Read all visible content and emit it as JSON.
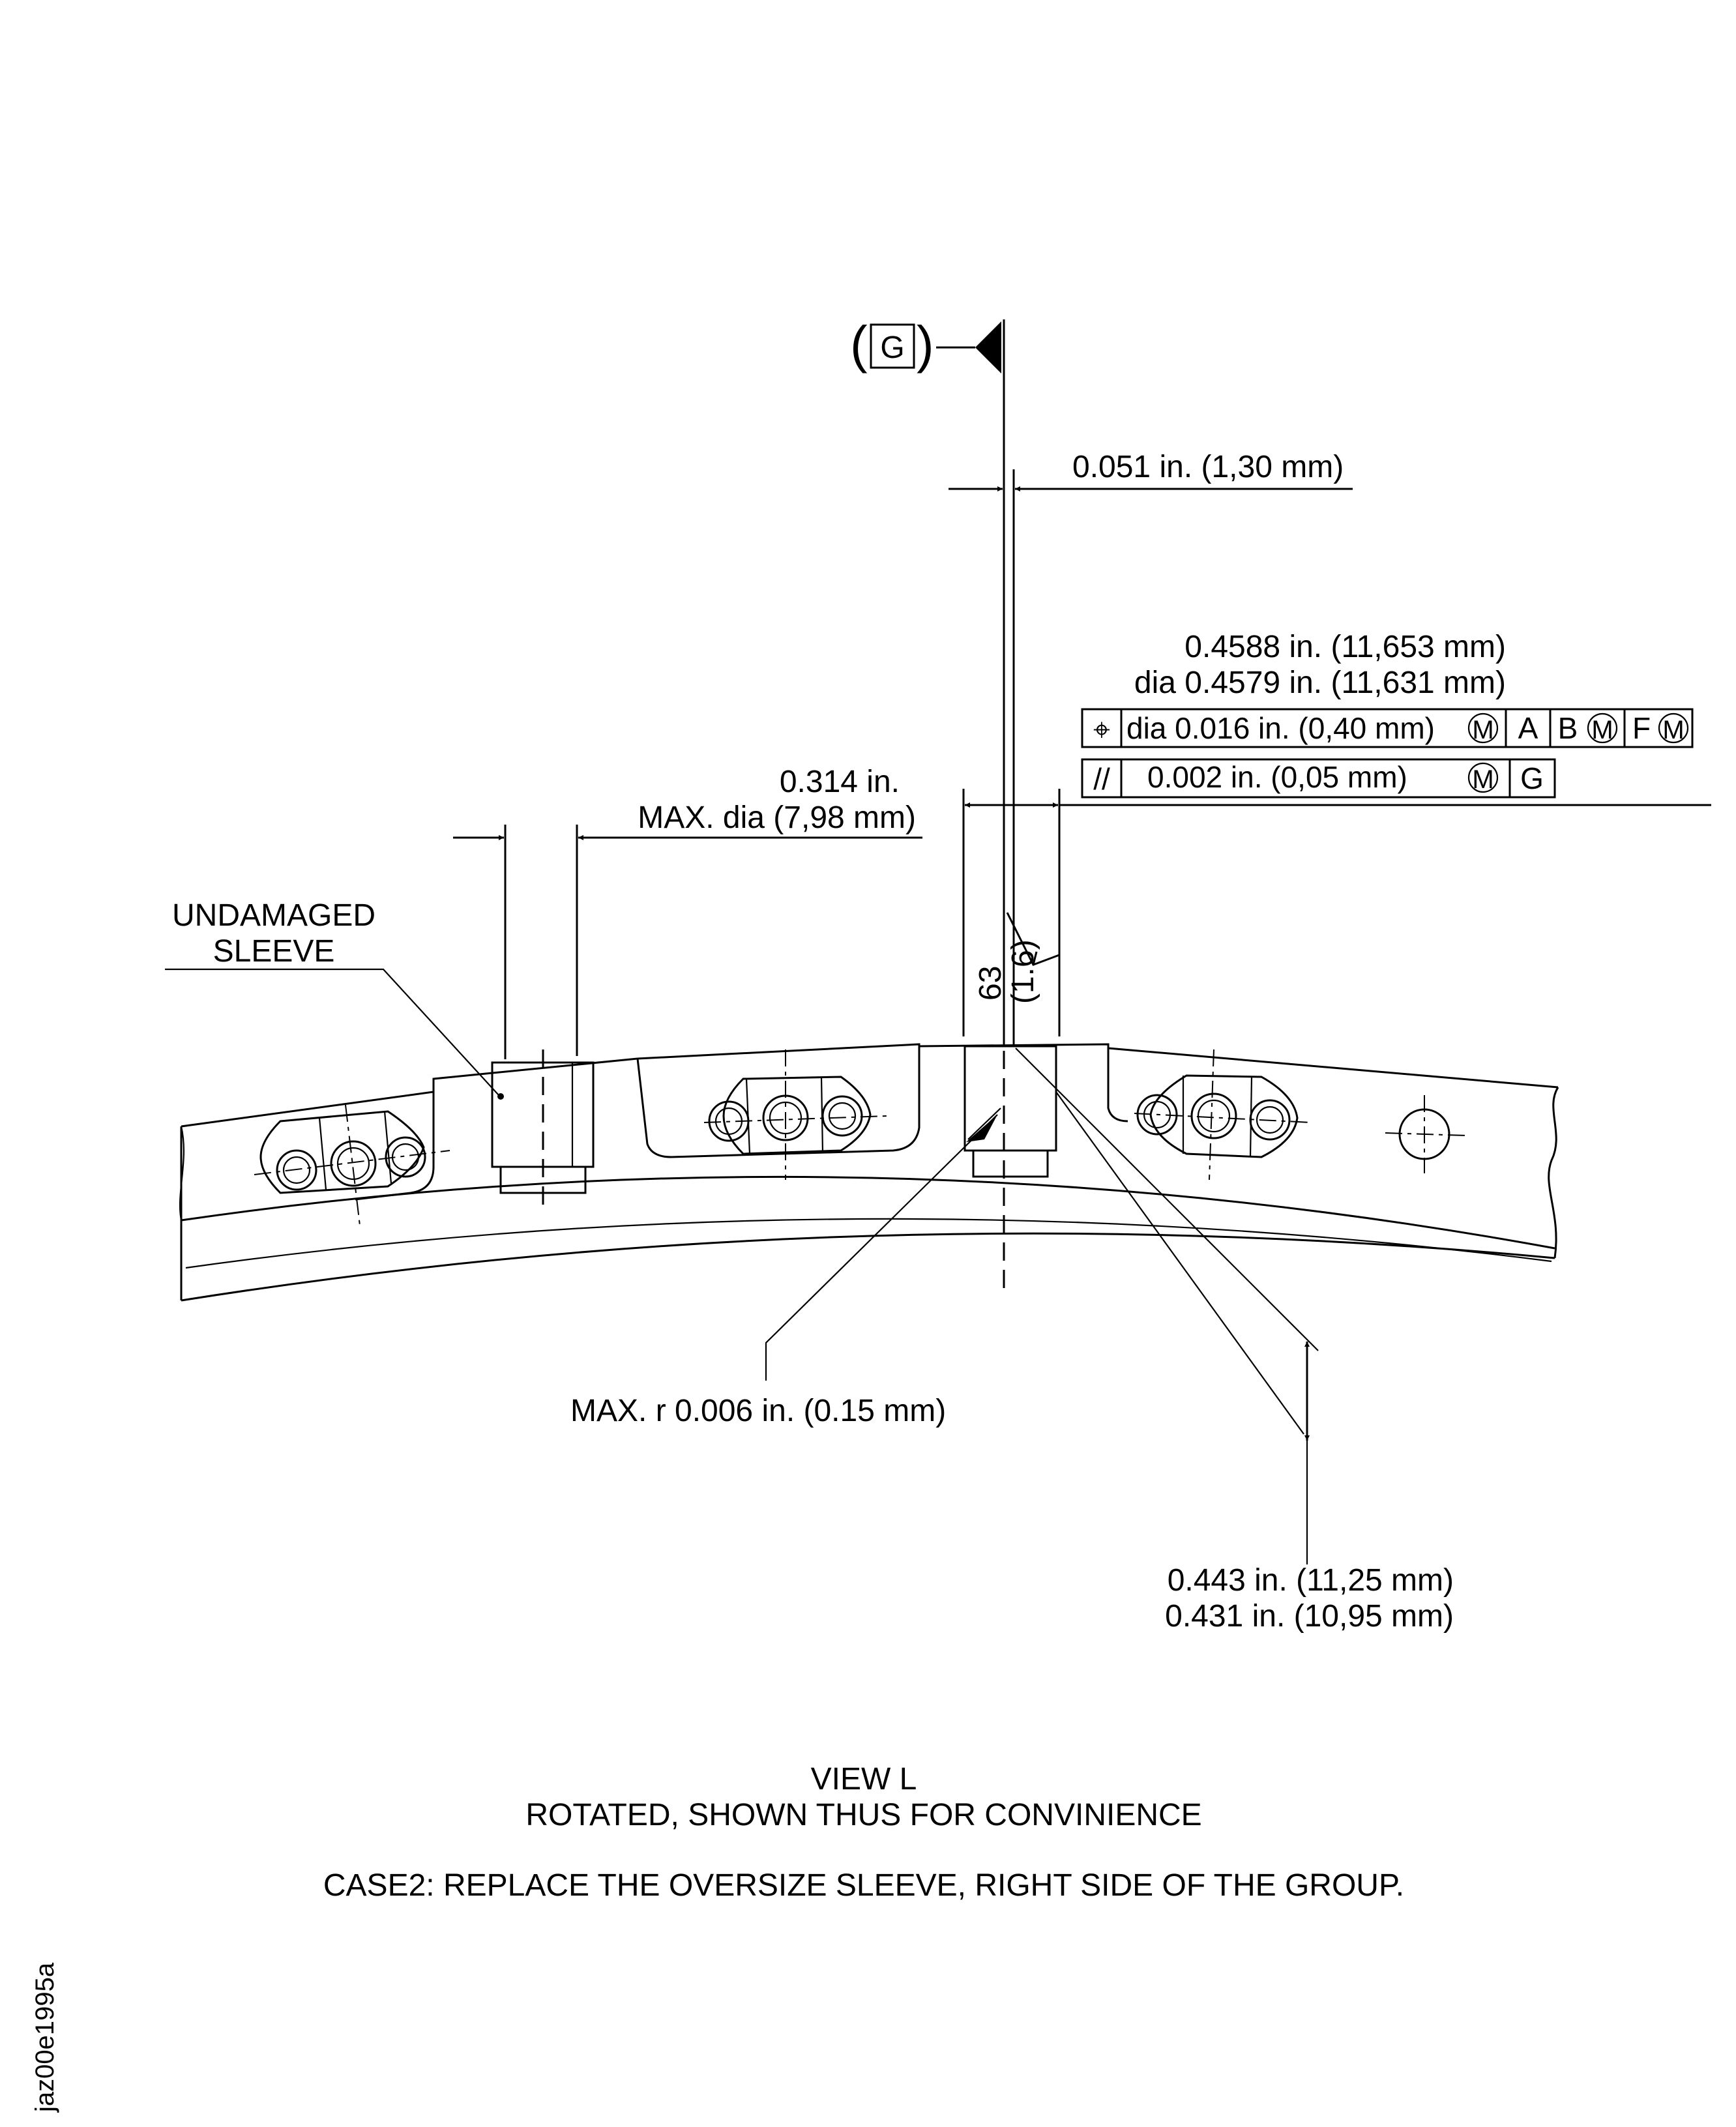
{
  "datum_g": {
    "letter": "G"
  },
  "dim_offset": {
    "text": "0.051 in. (1,30 mm)"
  },
  "dim_hole": {
    "upper": "0.4588 in. (11,653 mm)",
    "lower": "dia 0.4579 in. (11,631 mm)"
  },
  "fcf_position": {
    "symbol": "⌖",
    "tolerance": "dia 0.016 in. (0,40 mm)",
    "modifier": "M",
    "datum_a": "A",
    "datum_b": "B",
    "datum_b_mod": "M",
    "datum_f": "F",
    "datum_f_mod": "M"
  },
  "fcf_parallel": {
    "symbol": "//",
    "tolerance": "0.002 in. (0,05 mm)",
    "modifier": "M",
    "datum": "G"
  },
  "dim_max_dia": {
    "line1": "0.314 in.",
    "line2": "MAX.  dia (7,98 mm)"
  },
  "undamaged_sleeve": {
    "line1": "UNDAMAGED",
    "line2": "SLEEVE"
  },
  "surface_finish": {
    "value": "63",
    "value_mm": "(1.6)"
  },
  "max_radius": {
    "text": "MAX. r 0.006 in. (0.15 mm)"
  },
  "dim_depth": {
    "upper": "0.443 in. (11,25 mm)",
    "lower": "0.431 in. (10,95 mm)"
  },
  "caption": {
    "view": "VIEW  L",
    "rotated": "ROTATED, SHOWN THUS FOR CONVINIENCE",
    "case": "CASE2: REPLACE THE OVERSIZE SLEEVE, RIGHT SIDE OF THE GROUP."
  },
  "figure_id": "jaz00e1995a"
}
